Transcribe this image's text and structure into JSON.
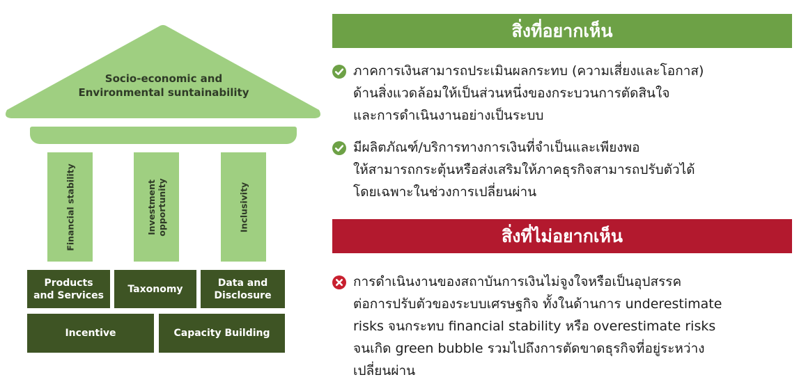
{
  "diagram": {
    "roof": {
      "line1": "Socio-economic and",
      "line2": "Environmental suntainability"
    },
    "pillars": [
      {
        "label": "Financial stability"
      },
      {
        "label": "Investment\nopportunity"
      },
      {
        "label": "Inclusivity"
      }
    ],
    "foundation": {
      "row1": [
        "Products\nand Services",
        "Taxonomy",
        "Data and\nDisclosure"
      ],
      "row2": [
        "Incentive",
        "Capacity Building"
      ]
    }
  },
  "want": {
    "heading": "สิ่งที่อยากเห็น",
    "items": [
      "ภาคการเงินสามารถประเมินผลกระทบ (ความเสี่ยงและโอกาส)\nด้านสิ่งแวดล้อมให้เป็นส่วนหนึ่งของกระบวนการตัดสินใจ\nและการดำเนินงานอย่างเป็นระบบ",
      "มีผลิตภัณฑ์/บริการทางการเงินที่จำเป็นและเพียงพอ\nให้สามารถกระตุ้นหรือส่งเสริมให้ภาคธุรกิจสามารถปรับตัวได้\nโดยเฉพาะในช่วงการเปลี่ยนผ่าน"
    ]
  },
  "dont_want": {
    "heading": "สิ่งที่ไม่อยากเห็น",
    "items": [
      "การดำเนินงานของสถาบันการเงินไม่จูงใจหรือเป็นอุปสรรค\nต่อการปรับตัวของระบบเศรษฐกิจ ทั้งในด้านการ underestimate\nrisks จนกระทบ financial stability หรือ overestimate risks\nจนเกิด green bubble รวมไปถึงการตัดขาดธุรกิจที่อยู่ระหว่าง\nเปลี่ยนผ่าน"
    ]
  },
  "colors": {
    "light_green": "#9fcf81",
    "dark_green": "#3e5424",
    "banner_green": "#6da146",
    "banner_red": "#b3192e",
    "check_icon": "#6da146",
    "cross_icon": "#c8202f"
  }
}
